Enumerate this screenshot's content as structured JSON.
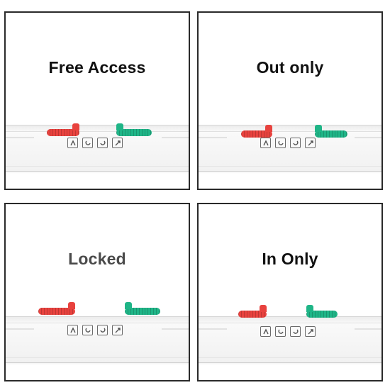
{
  "panels": [
    {
      "label": "Free Access",
      "mode": "free-access"
    },
    {
      "label": "Out only",
      "mode": "out-only"
    },
    {
      "label": "Locked",
      "mode": "locked"
    },
    {
      "label": "In Only",
      "mode": "in-only"
    }
  ],
  "colors": {
    "red_slider": "#e8423e",
    "green_slider": "#1fb587",
    "border": "#2a2a2a",
    "label": "#111111",
    "label_grey": "#4a4a4a"
  },
  "icons": [
    "arrow-in-icon",
    "arrow-out-icon",
    "arrow-both-icon",
    "lock-icon"
  ]
}
